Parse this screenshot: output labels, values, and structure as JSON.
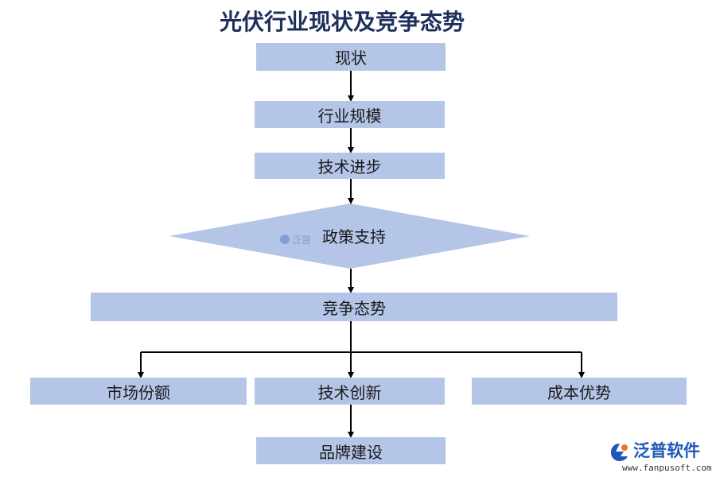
{
  "title": "光伏行业现状及竞争态势",
  "nodes": {
    "status": "现状",
    "scale": "行业规模",
    "tech_progress": "技术进步",
    "policy": "政策支持",
    "competition": "竞争态势",
    "market_share": "市场份额",
    "tech_innovation": "技术创新",
    "cost_advantage": "成本优势",
    "brand_building": "品牌建设"
  },
  "watermark": {
    "brand": "泛普软件",
    "url": "www.fanpusoft.com",
    "center_text": "泛普"
  },
  "colors": {
    "box_fill": "#b4c5e7",
    "title": "#1f2f5c",
    "brand": "#1f58b8"
  }
}
